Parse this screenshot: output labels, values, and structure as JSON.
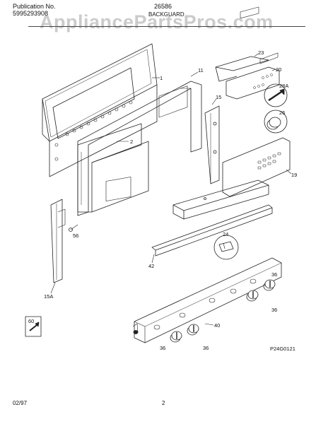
{
  "header": {
    "publication_label": "Publication No.",
    "publication_number": "5995293908",
    "model": "26586",
    "section": "BACKGUARD"
  },
  "watermark": "AppliancePartsPros.com",
  "callouts": {
    "c1": "1",
    "c2": "2",
    "c11": "11",
    "c15": "15",
    "c19": "19",
    "c20": "20",
    "c23": "23",
    "c24": "24",
    "c26": "26",
    "c28A": "28A",
    "c36a": "36",
    "c36b": "36",
    "c36c": "36",
    "c36d": "36",
    "c40": "40",
    "c42": "42",
    "c56": "56",
    "c60": "60",
    "c15A": "15A"
  },
  "diagram_code": "P24G0121",
  "footer": {
    "date": "02/97",
    "page": "2"
  }
}
